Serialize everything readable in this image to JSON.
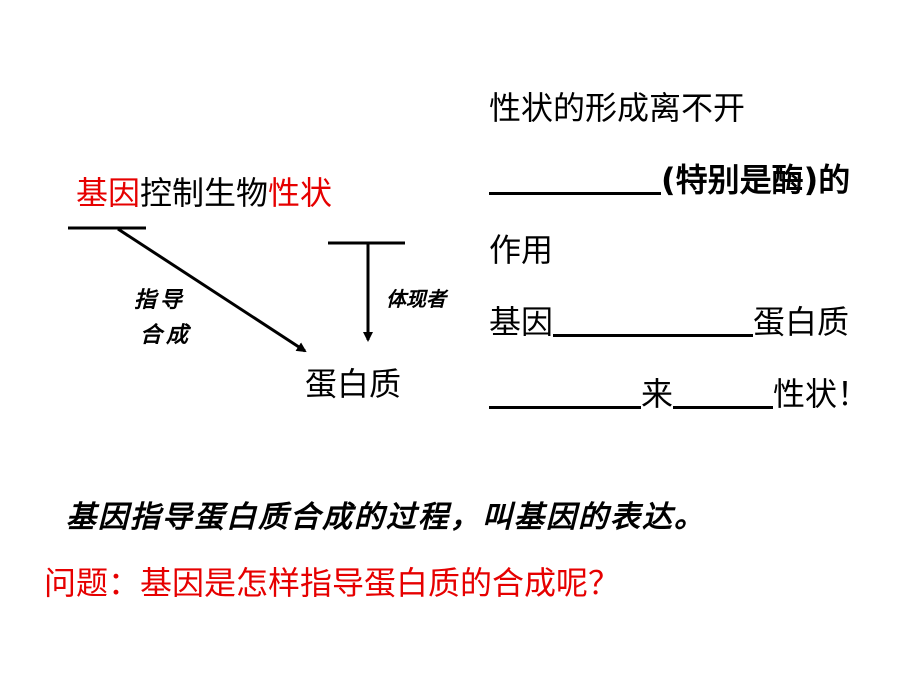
{
  "left": {
    "title_parts": [
      "基因",
      "控制生物",
      "性状"
    ],
    "arrow_left_label_line1": "指导",
    "arrow_left_label_line2": "合成",
    "arrow_right_label": "体现者",
    "protein": "蛋白质"
  },
  "right": {
    "line1": "性状的形成离不开",
    "line2_suffix": "(特别是酶)的",
    "line3": "作用",
    "line4_prefix": "基因",
    "line4_suffix": "蛋白质",
    "line5_middle": "来",
    "line5_suffix": "性状！"
  },
  "bottom": {
    "expression_sentence": "基因指导蛋白质合成的过程，叫基因的表达。",
    "question": "问题：基因是怎样指导蛋白质的合成呢？"
  },
  "colors": {
    "highlight": "#e60000",
    "text": "#000000"
  }
}
